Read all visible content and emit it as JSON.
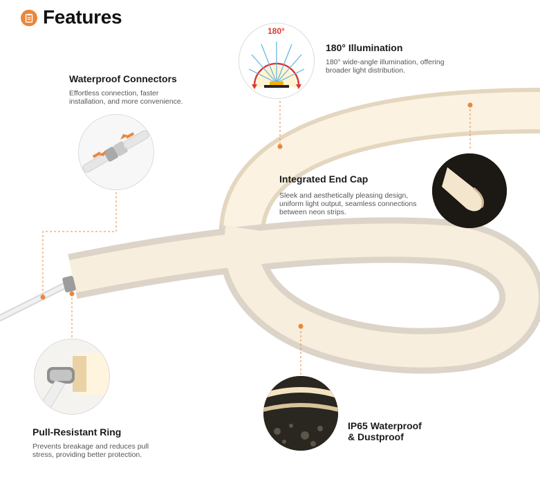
{
  "header": {
    "title": "Features",
    "icon": "clipboard-icon"
  },
  "accent_color": "#e9873d",
  "illumination_badge": "180°",
  "features": {
    "illumination": {
      "title": "180° Illumination",
      "desc_line1": "180° wide-angle illumination, offering",
      "desc_line2": "broader light distribution."
    },
    "connectors": {
      "title": "Waterproof Connectors",
      "desc_line1": "Effortless connection, faster",
      "desc_line2": "installation, and more convenience."
    },
    "endcap": {
      "title": "Integrated End Cap",
      "desc_line1": "Sleek and aesthetically pleasing design,",
      "desc_line2": "uniform light output, seamless connections",
      "desc_line3": "between neon strips."
    },
    "ring": {
      "title": "Pull-Resistant Ring",
      "desc_line1": "Prevents breakage and reduces pull",
      "desc_line2": "stress, providing better protection."
    },
    "ip65": {
      "title_line1": "IP65 Waterproof",
      "title_line2": "& Dustproof"
    }
  }
}
